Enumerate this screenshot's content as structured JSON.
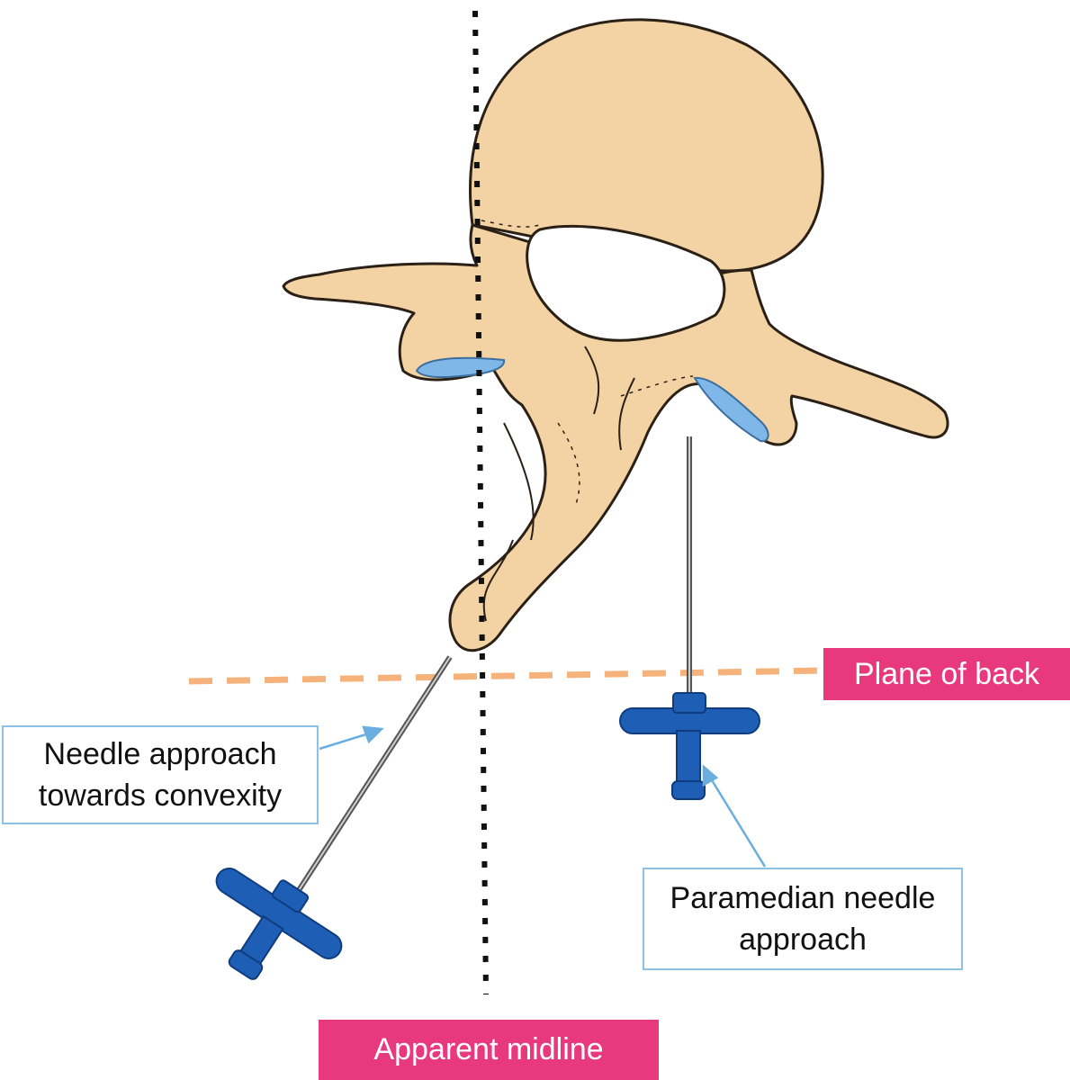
{
  "labels": {
    "plane_of_back": "Plane of back",
    "apparent_midline": "Apparent midline",
    "needle_convexity_line1": "Needle approach",
    "needle_convexity_line2": "towards convexity",
    "paramedian_line1": "Paramedian needle",
    "paramedian_line2": "approach"
  },
  "colors": {
    "bone": "#f3d3a3",
    "bone_outline": "#2a2016",
    "facet": "#7fb8e8",
    "needle_hub": "#1e5fb5",
    "plane_line": "#f5b27a",
    "midline": "#111111",
    "tag": "#e8387e",
    "callout_border": "#8cc0e6"
  }
}
